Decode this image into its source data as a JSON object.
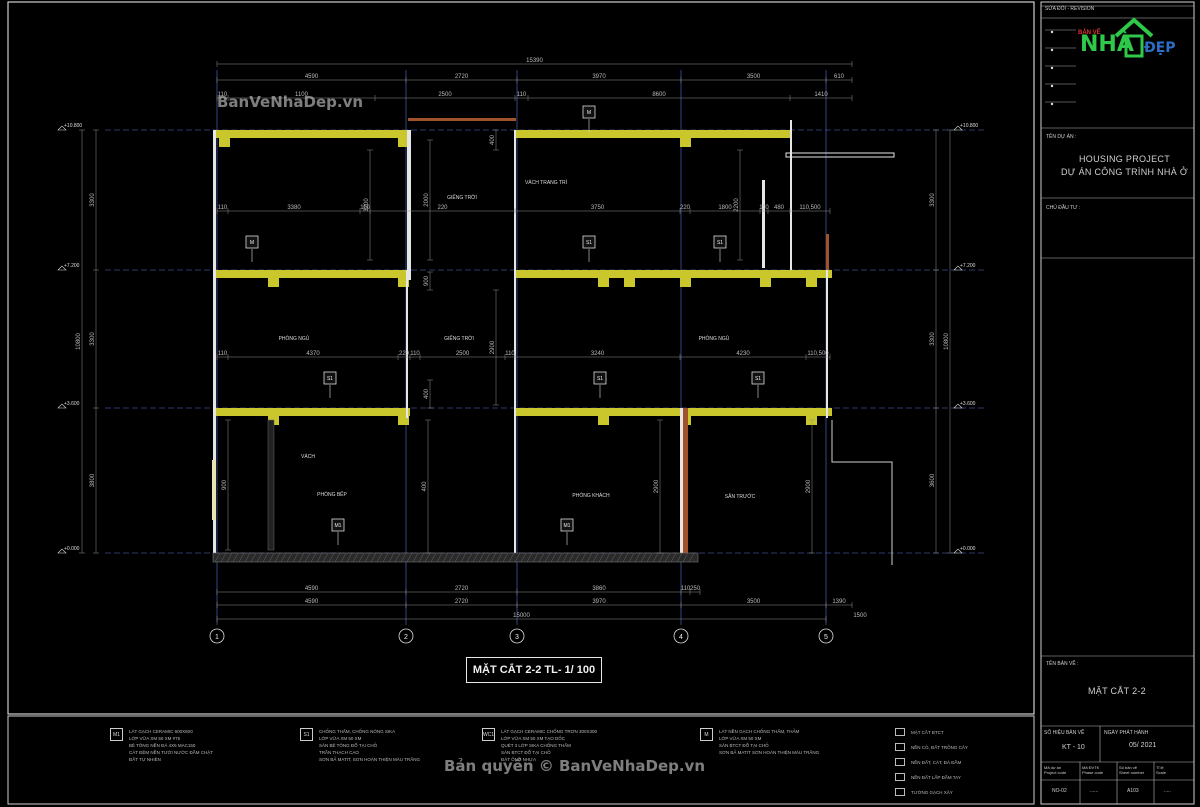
{
  "watermarks": {
    "top_left": "BanVeNhaDep.vn",
    "bottom": "Bản quyền © BanVeNhaDep.vn"
  },
  "logo": {
    "banve": "BẢN VẼ",
    "nha": "NHÀ",
    "dep": "ĐẸP"
  },
  "drawing_title": "MẶT CẮT 2-2 TL- 1/ 100",
  "title_block": {
    "revision_header": "SỬA ĐỔI - REVISION",
    "project_label": "TÊN DỰ ÁN :",
    "project_name_en": "HOUSING PROJECT",
    "project_name_vi": "DỰ ÁN CÔNG TRÌNH NHÀ Ở",
    "owner_label": "CHỦ ĐẦU TƯ :",
    "drawing_label": "TÊN BẢN VẼ :",
    "drawing_name": "MẶT CẮT 2-2",
    "sheet_code_label": "SỐ HIỆU BẢN VẼ",
    "issue_date_label": "NGÀY PHÁT HÀNH",
    "sheet_code": "KT - 10",
    "issue_date": "05/ 2021",
    "footer_labels": [
      "Mã dự án\nProject code",
      "Mã ĐVTK\nPhase code",
      "Số bản vẽ\nSheet number",
      "Tỉ lệ\nScale"
    ],
    "footer_values": [
      "NO-02",
      "......",
      "A103",
      "....."
    ]
  },
  "rooms": {
    "attic_stair": "GIẾNG TRỜI",
    "attic_wall": "VÁCH TRANG TRÍ",
    "bedroom_left": "PHÒNG NGỦ",
    "void_mid": "GIẾNG TRỜI",
    "bedroom_right": "PHÒNG NGỦ",
    "kitchen": "PHÒNG BẾP",
    "living": "PHÒNG KHÁCH",
    "washing": "SÂN TRƯỚC",
    "wall_note": "VÁCH"
  },
  "levels": {
    "roof": "+10.800",
    "l3": "+7.200",
    "l2": "+3.600",
    "ground": "+0.000"
  },
  "room_tags": {
    "m_top": "M",
    "m_attic": "M",
    "s1_top": "S1",
    "s1_right": "S1",
    "s1_l2a": "S1",
    "s1_l2b": "S1",
    "s1_l2c": "S1",
    "m1_a": "M1",
    "m1_b": "M1"
  },
  "dimensions": {
    "top_total": "15390",
    "top_row1": [
      "4590",
      "2720",
      "3970",
      "3500",
      "610"
    ],
    "top_row2": [
      "110",
      "1100",
      "2500",
      "110",
      "8600",
      "1410"
    ],
    "bottom_row1": [
      "4590",
      "2720",
      "3860",
      "110",
      "250"
    ],
    "bottom_row2": [
      "4590",
      "2720",
      "3970",
      "3500",
      "1390"
    ],
    "bottom_total": "15000",
    "bottom_side": "1500",
    "left_total": "10800",
    "right_total": "10800",
    "left_segments": [
      "3300",
      "3300",
      "3800"
    ],
    "right_segments": [
      "3300",
      "3300",
      "3600"
    ],
    "span_l3": [
      "110",
      "3380",
      "110",
      "220",
      "3750",
      "220",
      "1800",
      "110",
      "480",
      "110,500"
    ],
    "span_l2": [
      "110",
      "4370",
      "220",
      "110",
      "2500",
      "110",
      "3240",
      "4230",
      "110,500"
    ],
    "vert_mid": [
      "2000",
      "900",
      "400",
      "2900",
      "400",
      "2900",
      "400",
      "3200",
      "2200",
      "2900",
      "900"
    ]
  },
  "grid_axes": [
    "1",
    "2",
    "3",
    "4",
    "5"
  ],
  "legend": [
    {
      "tag": "M1",
      "lines": [
        "LÁT GẠCH CERAMIC 600X600",
        "LỚP VỮA XM 50 XM #75",
        "BÊ TÔNG NỀN ĐÁ 4X6 MAC150",
        "CÁT ĐỆM NỀN TƯỚI NƯỚC ĐẦM CHẶT",
        "ĐẤT TỰ NHIÊN"
      ]
    },
    {
      "tag": "S1",
      "lines": [
        "CHỐNG THẤM, CHỐNG NÓNG SIKA",
        "LỚP VỮA XM 50 XM",
        "SÀN BÊ TÔNG ĐỔ TẠI CHỖ",
        "TRẦN THẠCH CAO",
        "SƠN BẢ MATIT, SƠN HOÀN THIỆN MÀU TRẮNG"
      ]
    },
    {
      "tag": "WC1",
      "lines": [
        "LÁT GẠCH CERAMIC CHỐNG TRƠN 300X300",
        "LỚP VỮA XM 50 XM TẠO DỐC",
        "QUÉT 3 LỚP SIKA CHỐNG THẤM",
        "SÀN BTCT ĐỔ TẠI CHỖ",
        "ĐẶT ỐNG NHỰA"
      ]
    },
    {
      "tag": "M",
      "lines": [
        "LÁT NỀN GẠCH CHỐNG THẤM, THẢM",
        "LỚP VỮA XM 50 XM",
        "SÀN BTCT ĐỔ TẠI CHỖ",
        "SƠN BẢ MATIT SƠN HOÀN THIỆN MÀU TRẮNG"
      ]
    }
  ],
  "checklist": [
    "MẶT CẮT BTCT",
    "NỀN CỎ, ĐẤT TRỒNG CÂY",
    "NỀN ĐẤT, CÁT, ĐÁ ĐẦM",
    "NỀN ĐẤT LẤP ĐẦM TAY",
    "TƯỜNG GẠCH XÂY"
  ],
  "colors": {
    "slab": "#c9c72c",
    "grid": "#5b6fd6",
    "dim": "#8f8f8f",
    "wall": "#e6e6e6",
    "brown": "#a0522d"
  }
}
